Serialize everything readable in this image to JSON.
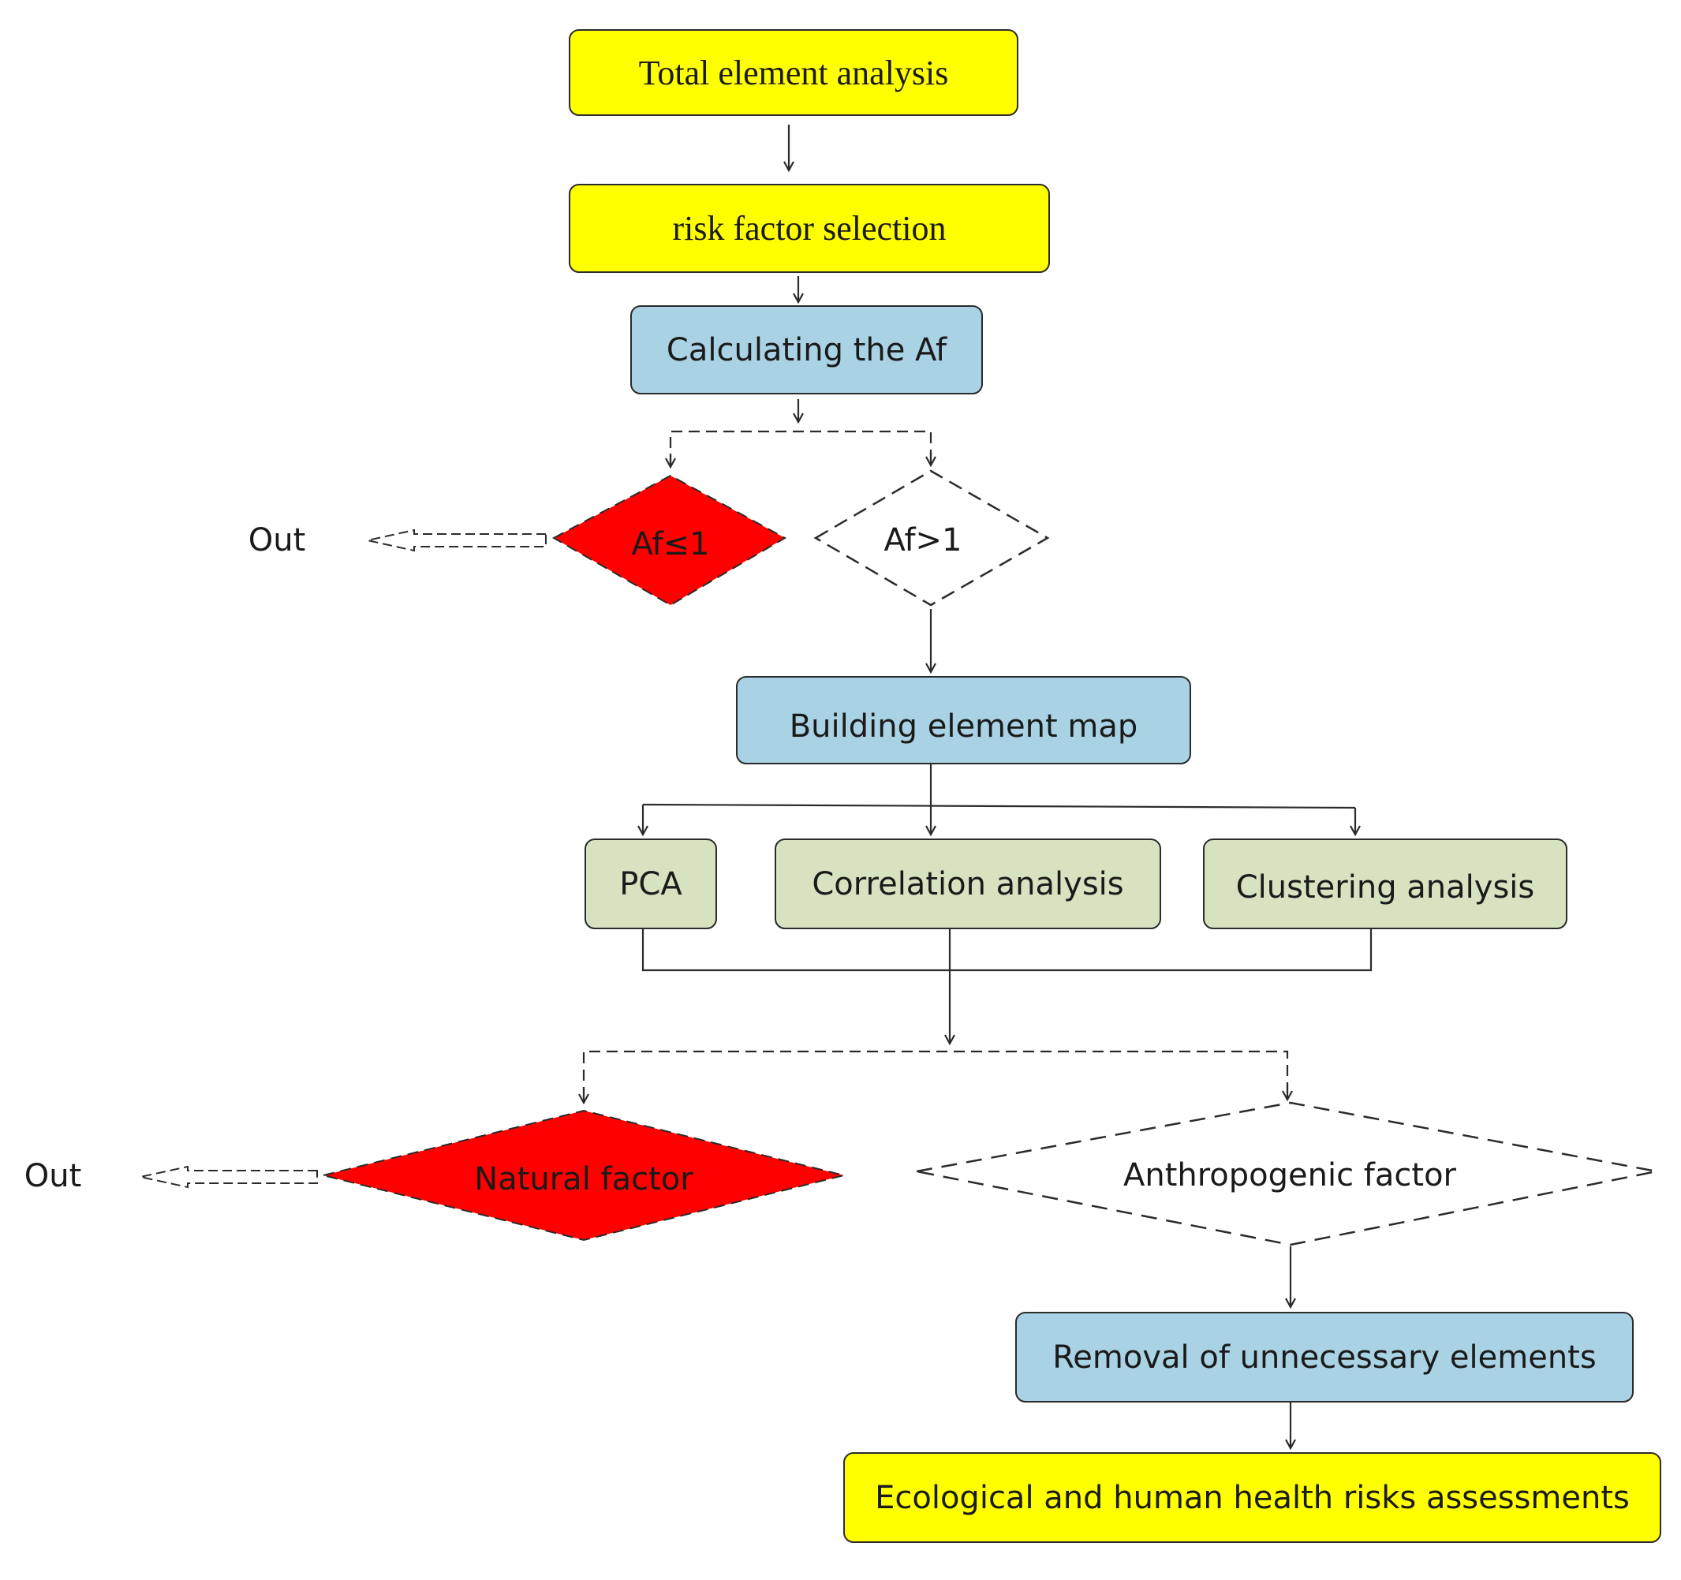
{
  "nodes": {
    "total_element_analysis": "Total element analysis",
    "risk_factor_selection": "risk factor selection",
    "calculating_af": "Calculating the Af",
    "af_le_1": "Af≤1",
    "af_gt_1": "Af>1",
    "out_1": "Out",
    "building_element_map": "Building element map",
    "pca": "PCA",
    "correlation_analysis": "Correlation analysis",
    "clustering_analysis": "Clustering analysis",
    "natural_factor": "Natural factor",
    "anthropogenic_factor": "Anthropogenic factor",
    "out_2": "Out",
    "removal_unnecessary": "Removal of unnecessary elements",
    "ecological_health_risks": "Ecological and human health risks assessments"
  },
  "colors": {
    "yellow": "#ffff00",
    "blue": "#a9d2e4",
    "green": "#d7e2c0",
    "red": "#ff0000",
    "stroke": "#2b2b2b"
  }
}
